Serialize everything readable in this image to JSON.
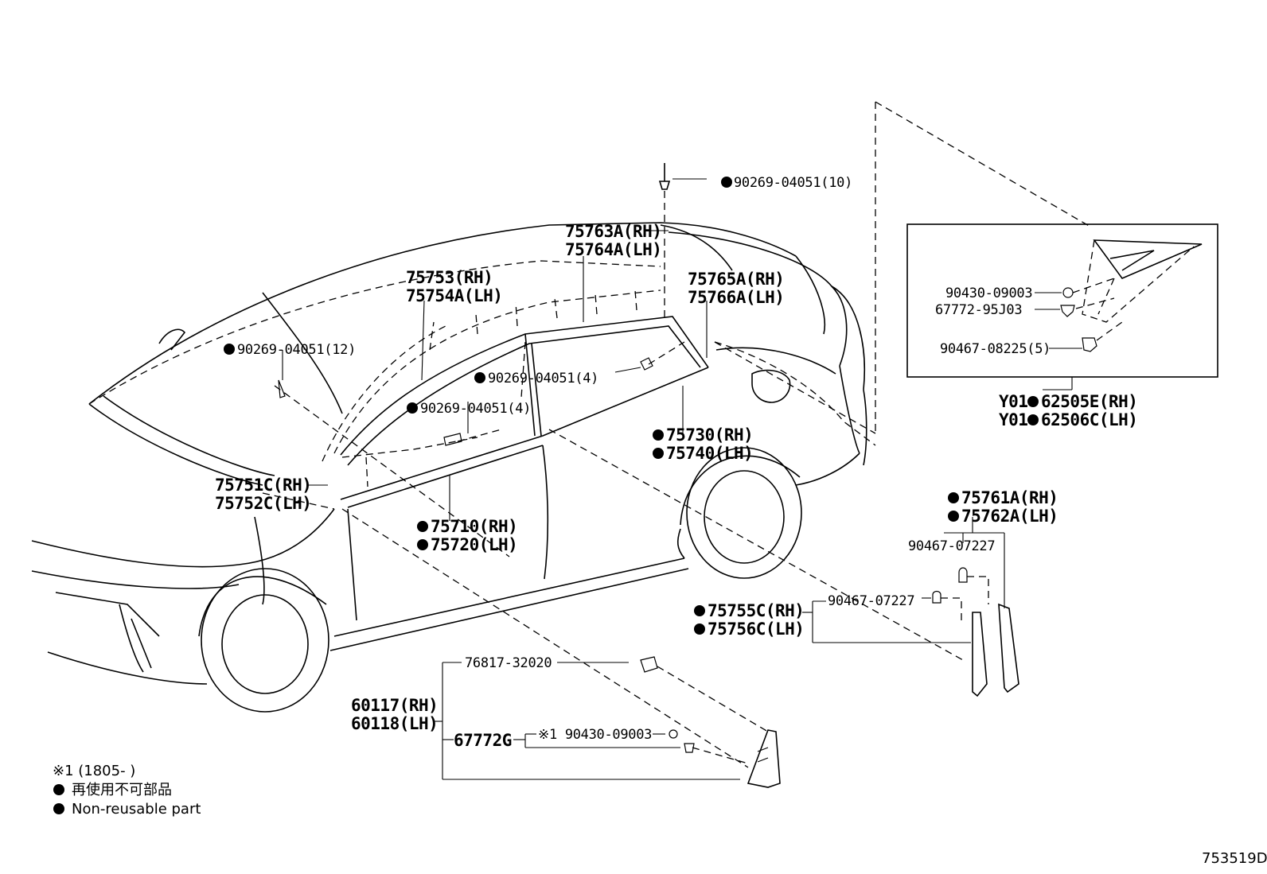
{
  "parts": {
    "p_9026904051_10": "90269-04051(10)",
    "p_75763A": "75763A(RH)",
    "p_75764A": "75764A(LH)",
    "p_75753": "75753(RH)",
    "p_75754A": "75754A(LH)",
    "p_75765A": "75765A(RH)",
    "p_75766A": "75766A(LH)",
    "p_9026904051_12": "90269-04051(12)",
    "p_9026904051_4a": "90269-04051(4)",
    "p_9026904051_4b": "90269-04051(4)",
    "p_75730": "75730(RH)",
    "p_75740": "75740(LH)",
    "p_75751C": "75751C(RH)",
    "p_75752C": "75752C(LH)",
    "p_75710": "75710(RH)",
    "p_75720": "75720(LH)",
    "p_9043009003_a": "90430-09003",
    "p_6777295J03": "67772-95J03",
    "p_9046708225": "90467-08225(5)",
    "p_62505E_prefix": "Y01",
    "p_62505E": "62505E(RH)",
    "p_62506C_prefix": "Y01",
    "p_62506C": "62506C(LH)",
    "p_75761A": "75761A(RH)",
    "p_75762A": "75762A(LH)",
    "p_9046707227_a": "90467-07227",
    "p_9046707227_b": "90467-07227",
    "p_75755C": "75755C(RH)",
    "p_75756C": "75756C(LH)",
    "p_7681732020": "76817-32020",
    "p_60117": "60117(RH)",
    "p_60118": "60118(LH)",
    "p_67772G": "67772G",
    "p_9043009003_b": "※1 90430-09003"
  },
  "legend": {
    "note1": "※1 (1805-      )",
    "jp": "再使用不可部品",
    "en": "Non-reusable part"
  },
  "figure_code": "753519D"
}
